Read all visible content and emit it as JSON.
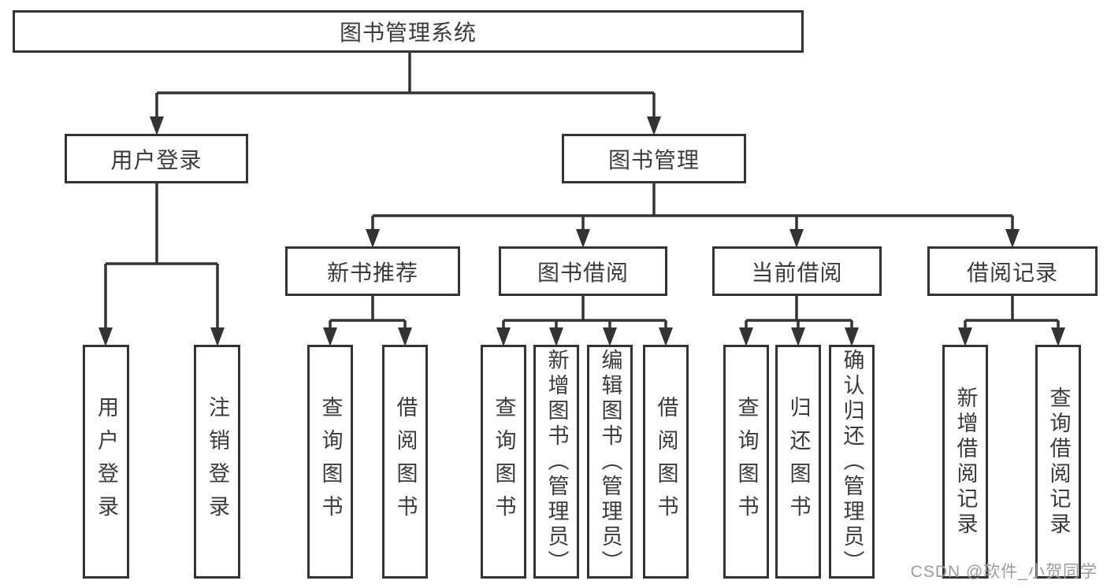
{
  "nodes": {
    "root": "图书管理系统",
    "user_login": "用户登录",
    "book_mgmt": "图书管理",
    "new_books": "新书推荐",
    "book_borrow": "图书借阅",
    "current_borrow": "当前借阅",
    "borrow_records": "借阅记录"
  },
  "leaves": {
    "login": [
      "用户登录",
      "注销登录"
    ],
    "newbook": [
      "查询图书",
      "借阅图书"
    ],
    "borrow": [
      "查询图书",
      "新增图书（管理员）",
      "编辑图书（管理员）",
      "借阅图书"
    ],
    "current": [
      "查询图书",
      "归还图书",
      "确认归还（管理员）"
    ],
    "records": [
      "新增借阅记录",
      "查询借阅记录"
    ]
  },
  "watermark": "CSDN @软件_小贺同学",
  "colors": {
    "line": "#333333",
    "text": "#3b3b3b",
    "box_fill": "#ffffff",
    "background": "#ffffff",
    "watermark": "#9c9c9c"
  }
}
